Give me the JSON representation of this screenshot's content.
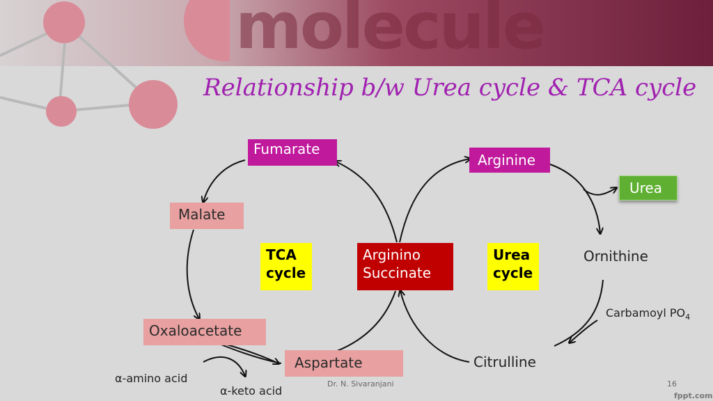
{
  "banner": {
    "word": "molecule"
  },
  "title": "Relationship b/w Urea cycle & TCA cycle",
  "nodes": {
    "fumarate": "Fumarate",
    "arginine": "Arginine",
    "urea": "Urea",
    "malate": "Malate",
    "tca_line1": "TCA",
    "tca_line2": "cycle",
    "arginino_line1": "Arginino",
    "arginino_line2": "Succinate",
    "urea_cycle_line1": "Urea",
    "urea_cycle_line2": "cycle",
    "ornithine": "Ornithine",
    "carbamoyl": "Carbamoyl PO",
    "carbamoyl_sub": "4",
    "oxaloacetate": "Oxaloacetate",
    "aspartate": "Aspartate",
    "citrulline": "Citrulline",
    "amino_acid": "α-amino acid",
    "keto_acid": "α-keto acid"
  },
  "footer": {
    "author": "Dr. N. Sivaranjani",
    "page": "16",
    "brand": "fppt.com"
  },
  "colors": {
    "title": "#a020b0",
    "magenta_box": "#c0199c",
    "salmon_box": "#e8a0a0",
    "red_box": "#c00000",
    "urea_box": "#5fb032",
    "cycle_box": "#ffff00"
  }
}
